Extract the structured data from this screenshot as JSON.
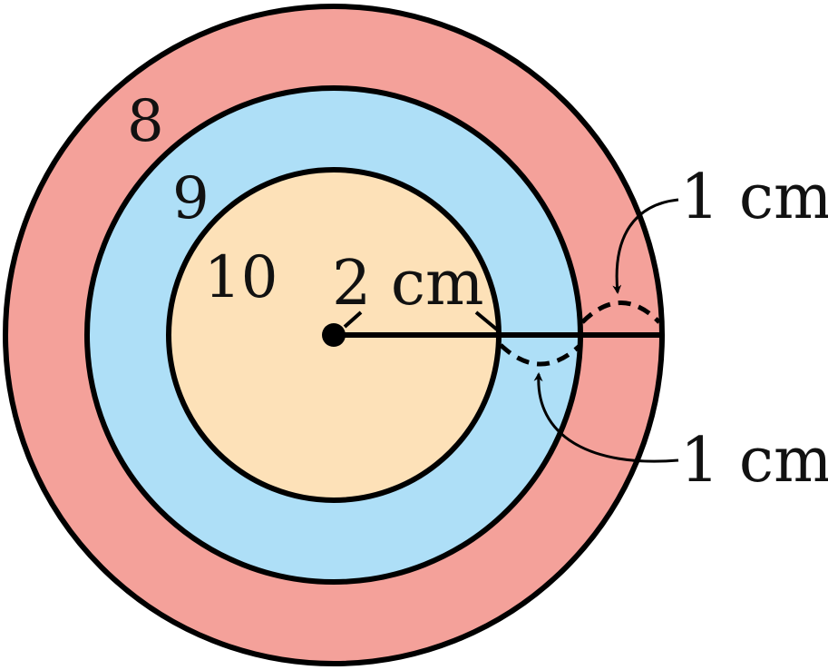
{
  "target": {
    "rings": [
      {
        "score": "8",
        "color": "#F4A19A"
      },
      {
        "score": "9",
        "color": "#AEDFF7"
      },
      {
        "score": "10",
        "color": "#FDE1B8"
      }
    ],
    "stroke_color": "#000000"
  },
  "dimensions": {
    "inner_radius": "2 cm",
    "ring_width_upper": "1 cm",
    "ring_width_lower": "1 cm"
  }
}
